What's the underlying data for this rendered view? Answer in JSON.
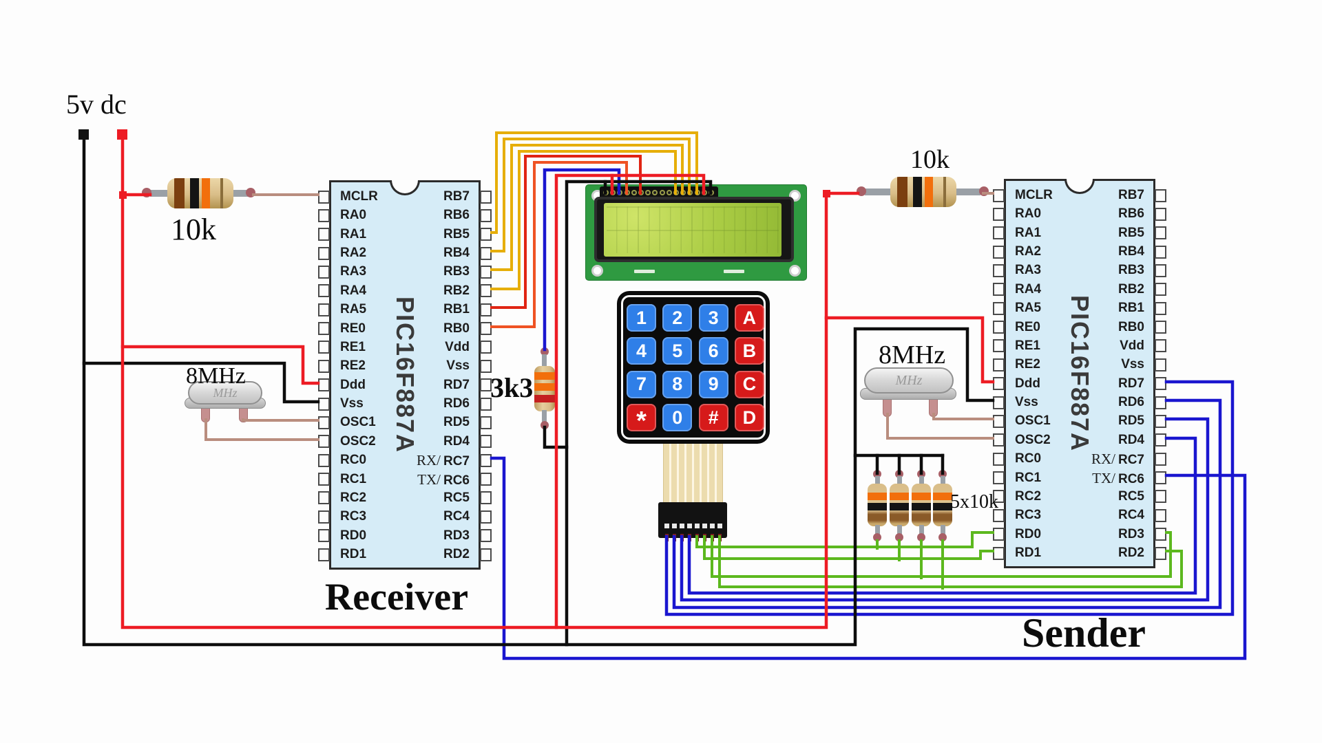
{
  "power": {
    "label": "5v dc"
  },
  "labels": {
    "receiver_title": "Receiver",
    "sender_title": "Sender",
    "res_receiver_mclr": "10k",
    "res_sender_mclr": "10k",
    "res_contrast": "3k3",
    "res_pack": "5x10k",
    "xtal_receiver": "8MHz",
    "xtal_sender": "8MHz",
    "xtal_face": "MHz"
  },
  "chip": {
    "name": "PIC16F887A",
    "left_pins": [
      "MCLR",
      "RA0",
      "RA1",
      "RA2",
      "RA3",
      "RA4",
      "RA5",
      "RE0",
      "RE1",
      "RE2",
      "Ddd",
      "Vss",
      "OSC1",
      "OSC2",
      "RC0",
      "RC1",
      "RC2",
      "RC3",
      "RD0",
      "RD1"
    ],
    "right_pins": [
      "RB7",
      "RB6",
      "RB5",
      "RB4",
      "RB3",
      "RB2",
      "RB1",
      "RB0",
      "Vdd",
      "Vss",
      "RD7",
      "RD6",
      "RD5",
      "RD4",
      "RC7",
      "RC6",
      "RC5",
      "RC4",
      "RD3",
      "RD2"
    ],
    "right_prefixes": {
      "14": "RX/",
      "15": "TX/"
    }
  },
  "keypad": {
    "rows": [
      [
        "1",
        "2",
        "3",
        "A"
      ],
      [
        "4",
        "5",
        "6",
        "B"
      ],
      [
        "7",
        "8",
        "9",
        "C"
      ],
      [
        "*",
        "0",
        "#",
        "D"
      ]
    ],
    "red_keys": [
      "A",
      "B",
      "C",
      "D",
      "*",
      "#"
    ]
  },
  "colors": {
    "wire_red": "#ed1c24",
    "wire_red2": "#e02413",
    "wire_orange": "#ef5223",
    "wire_yellow": "#e6ae08",
    "wire_blue": "#1a16cf",
    "wire_green": "#5cb81e",
    "wire_black": "#0d0d0d",
    "wire_brown": "#b98d7e",
    "chip_fill": "#d6ecf7",
    "chip_border": "#2b2b2b",
    "lcd_pcb": "#2f9a41",
    "lcd_screen": "#aacc44",
    "key_blue": "#2f7fe8",
    "key_red": "#d61a1a",
    "lead_gray": "#9aa0a6",
    "tip_maroon": "#a85f66",
    "band_brown": "#7b3f10",
    "band_black": "#141414",
    "band_orange": "#f26f0c",
    "band_red": "#c42020",
    "band_gold": "#8a6d3b"
  }
}
